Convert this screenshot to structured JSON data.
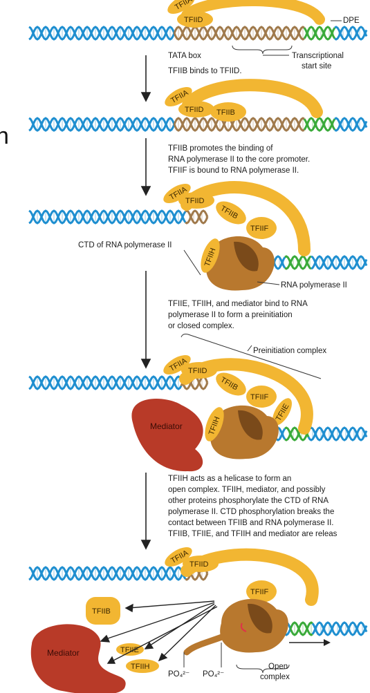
{
  "edge_char": "n",
  "labels": {
    "dpe": "DPE",
    "tata_box": "TATA box",
    "tss_line1": "Transcriptional",
    "tss_line2": "start site",
    "ctd": "CTD of RNA polymerase II",
    "rna_pol": "RNA polymerase II",
    "preinitiation": "Preinitiation complex",
    "open_line1": "Open",
    "open_line2": "complex",
    "po4": "PO₄²⁻"
  },
  "proteins": {
    "tfiia": "TFIIA",
    "tfiid": "TFIID",
    "tfiib": "TFIIB",
    "tfiif": "TFIIF",
    "tfiih": "TFIIH",
    "tfiie": "TFIIE",
    "mediator": "Mediator"
  },
  "steps": [
    {
      "lines": [
        "TFIIB binds to TFIID."
      ]
    },
    {
      "lines": [
        "TFIIB promotes the binding of",
        "RNA polymerase II to the core promoter.",
        "TFIIF is bound to RNA polymerase II."
      ]
    },
    {
      "lines": [
        "TFIIE, TFIIH, and mediator bind to RNA",
        "polymerase II to form a preinitiation",
        "or closed complex."
      ]
    },
    {
      "lines": [
        "TFIIH acts as a helicase to form an",
        "open complex. TFIIH, mediator, and possibly",
        "other proteins phosphorylate the CTD of RNA",
        "polymerase II. CTD phosphorylation breaks the",
        "contact between TFIIB and RNA polymerase II.",
        "TFIIB, TFIIE, and TFIIH and mediator are releas"
      ]
    }
  ],
  "colors": {
    "dna_blue": "#1f8fd0",
    "dna_brown": "#a07a4c",
    "dna_green": "#3aaa3a",
    "tfii_yellow": "#f2b632",
    "polymerase_brown": "#b8782e",
    "mediator_red": "#b83a28"
  }
}
